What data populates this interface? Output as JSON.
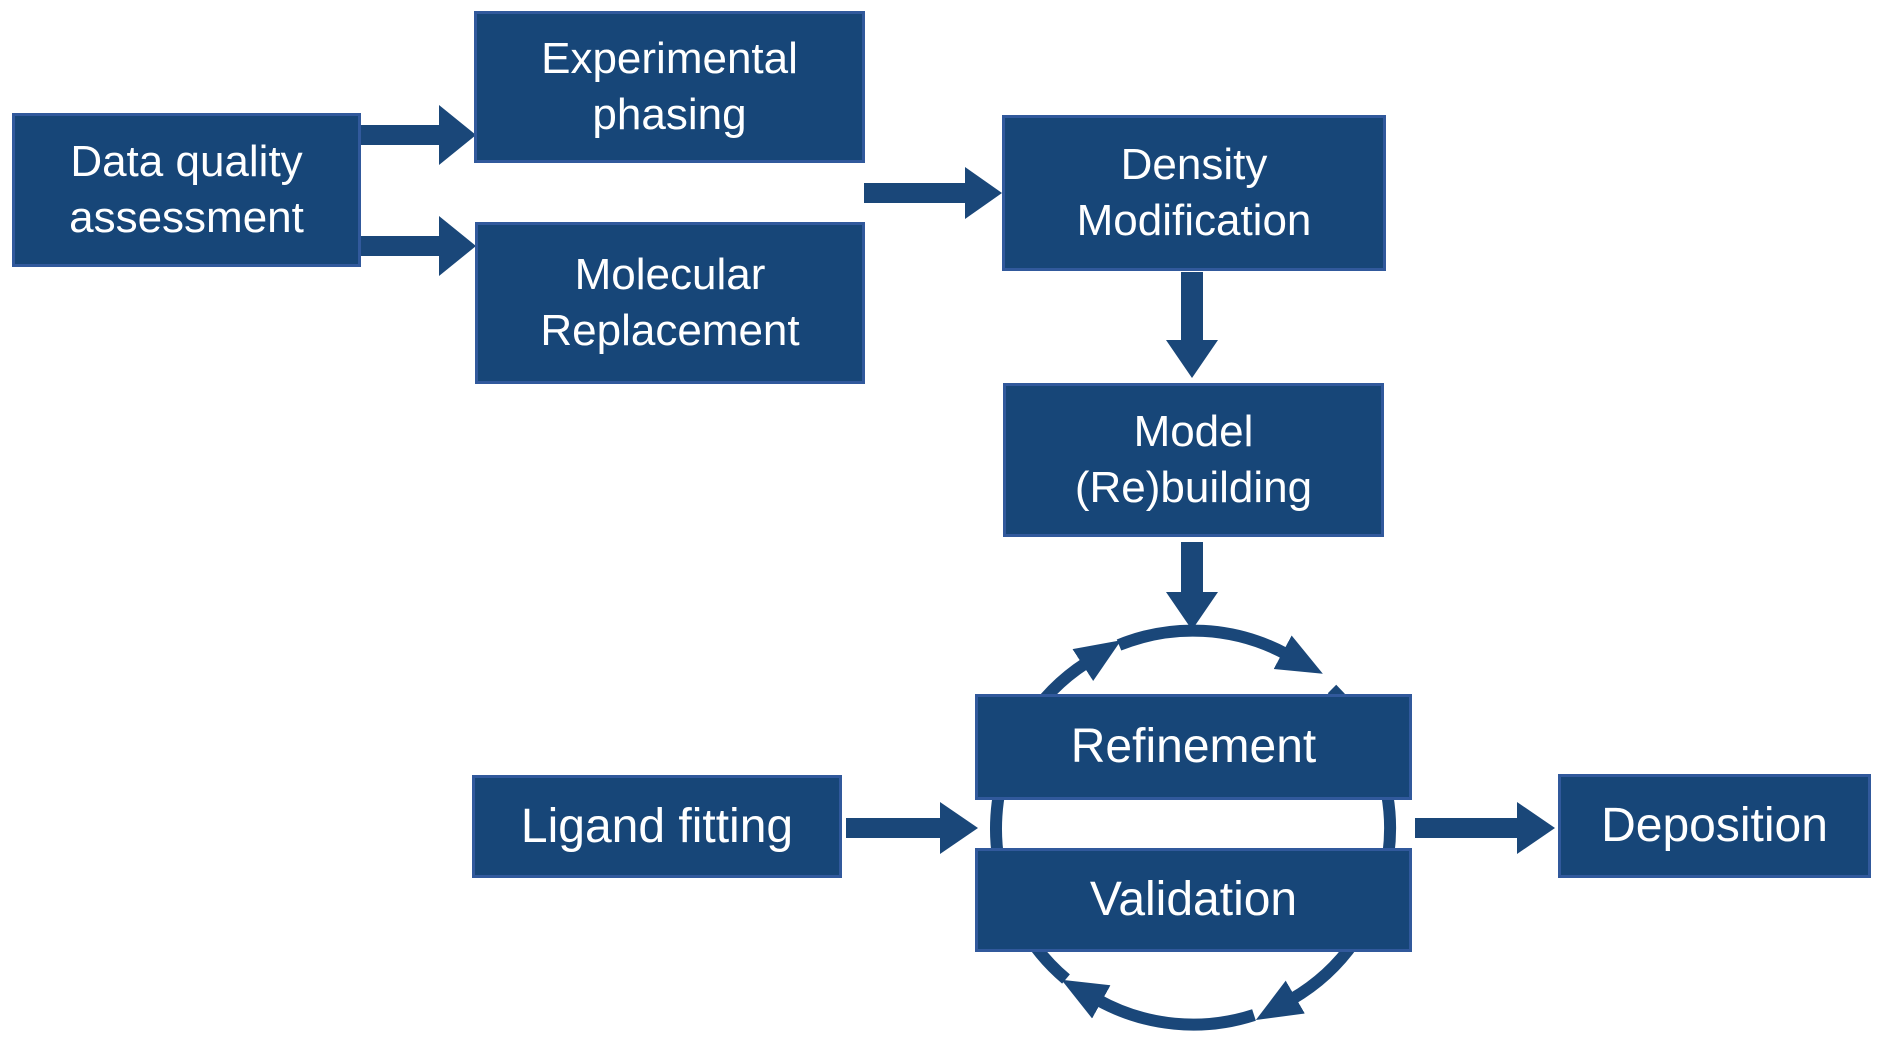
{
  "diagram": {
    "type": "flowchart",
    "colors": {
      "background": "#ffffff",
      "box_fill": "#174678",
      "box_border": "#31599c",
      "arrow": "#1a4779",
      "text": "#ffffff"
    },
    "nodes": {
      "data_quality_assessment": {
        "label": "Data quality\nassessment"
      },
      "experimental_phasing": {
        "label": "Experimental\nphasing"
      },
      "molecular_replacement": {
        "label": "Molecular\nReplacement"
      },
      "density_modification": {
        "label": "Density\nModification"
      },
      "model_rebuilding": {
        "label": "Model\n(Re)building"
      },
      "refinement": {
        "label": "Refinement"
      },
      "validation": {
        "label": "Validation"
      },
      "ligand_fitting": {
        "label": "Ligand fitting"
      },
      "deposition": {
        "label": "Deposition"
      }
    },
    "edges": [
      {
        "from": "data_quality_assessment",
        "to": "experimental_phasing"
      },
      {
        "from": "data_quality_assessment",
        "to": "molecular_replacement"
      },
      {
        "from": "phasing_branches",
        "to": "density_modification"
      },
      {
        "from": "density_modification",
        "to": "model_rebuilding"
      },
      {
        "from": "model_rebuilding",
        "to": "refinement_validation_cycle"
      },
      {
        "from": "ligand_fitting",
        "to": "refinement_validation_cycle"
      },
      {
        "from": "refinement_validation_cycle",
        "to": "deposition"
      }
    ],
    "cycle": {
      "between": [
        "refinement",
        "validation"
      ],
      "shape": "circle",
      "direction": "clockwise",
      "arrowheads": 4
    }
  }
}
